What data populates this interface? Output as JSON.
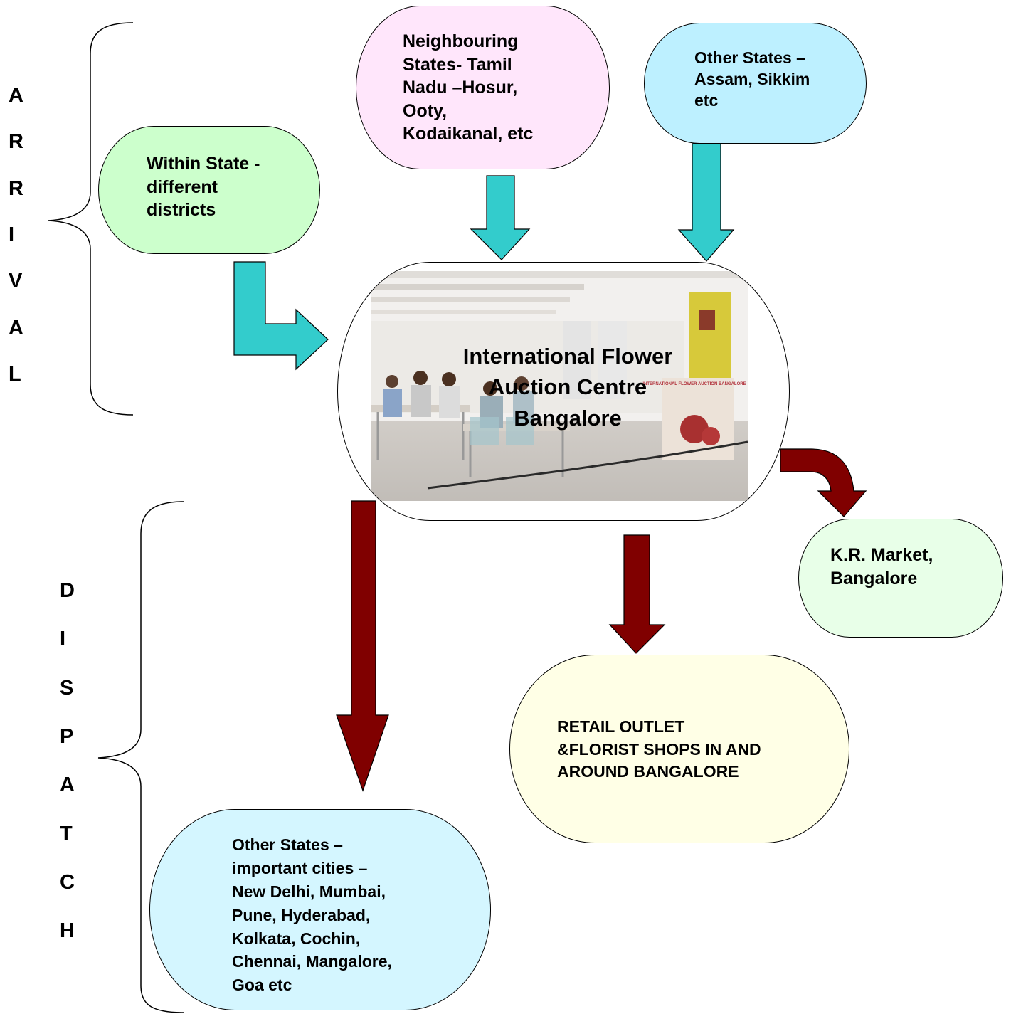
{
  "colors": {
    "arrival_arrow": "#33cccc",
    "dispatch_arrow": "#800000",
    "within_state_fill": "#ccffcc",
    "neighbouring_fill": "#ffe6fb",
    "other_states_arrival_fill": "#bdf0ff",
    "kr_market_fill": "#e8ffe8",
    "retail_fill": "#ffffe6",
    "other_states_dispatch_fill": "#d4f6ff"
  },
  "labels": {
    "arrival": [
      "A",
      "R",
      "R",
      "I",
      "V",
      "A",
      "L"
    ],
    "dispatch": [
      "D",
      "I",
      "S",
      "P",
      "A",
      "T",
      "C",
      "H"
    ]
  },
  "nodes": {
    "within_state": "Within State -\ndifferent\ndistricts",
    "neighbouring_states": "Neighbouring\nStates- Tamil\nNadu –Hosur,\nOoty,\nKodaikanal, etc",
    "other_states_arrival": "Other States –\nAssam, Sikkim\netc",
    "centre": "International Flower\nAuction Centre\nBangalore",
    "kr_market": "K.R. Market,\nBangalore",
    "retail": "RETAIL OUTLET\n&FLORIST SHOPS IN AND\nAROUND BANGALORE",
    "other_states_dispatch": "Other States –\nimportant cities –\nNew Delhi, Mumbai,\nPune, Hyderabad,\nKolkata, Cochin,\nChennai, Mangalore,\nGoa etc"
  },
  "photo": {
    "sign_text": "INTERNATIONAL FLOWER AUCTION BANGALORE"
  }
}
